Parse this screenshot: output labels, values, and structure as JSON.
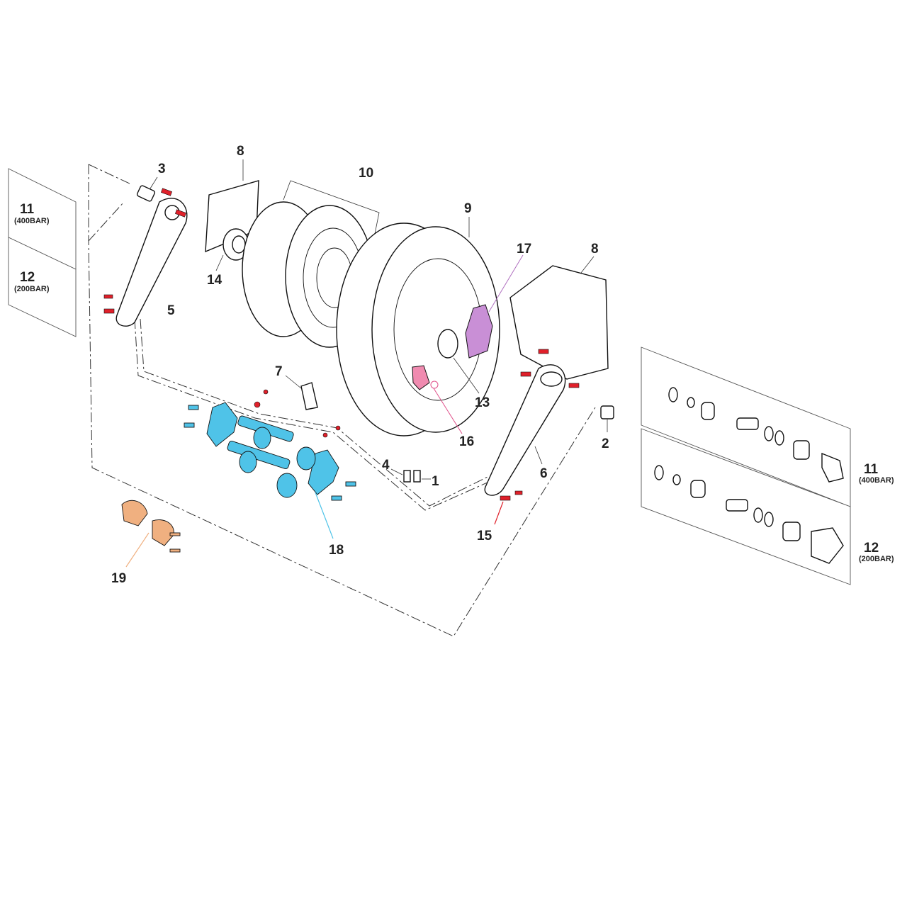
{
  "title": "Hose reel exploded parts diagram",
  "callouts": {
    "p1": "1",
    "p2": "2",
    "p3": "3",
    "p4": "4",
    "p5": "5",
    "p6": "6",
    "p7": "7",
    "p8a": "8",
    "p8b": "8",
    "p9": "9",
    "p10": "10",
    "p11_left": "11",
    "p11_left_sub": "(400BAR)",
    "p12_left": "12",
    "p12_left_sub": "(200BAR)",
    "p11_right": "11",
    "p11_right_sub": "(400BAR)",
    "p12_right": "12",
    "p12_right_sub": "(200BAR)",
    "p13": "13",
    "p14": "14",
    "p15": "15",
    "p16": "16",
    "p17": "17",
    "p18": "18",
    "p19": "19"
  },
  "colors": {
    "screws": "#e0202a",
    "legs_kit": "#4fc3e8",
    "lock_kit": "#c98fd6",
    "ratchet": "#f08bb0",
    "wall_kit": "#f0b080"
  }
}
